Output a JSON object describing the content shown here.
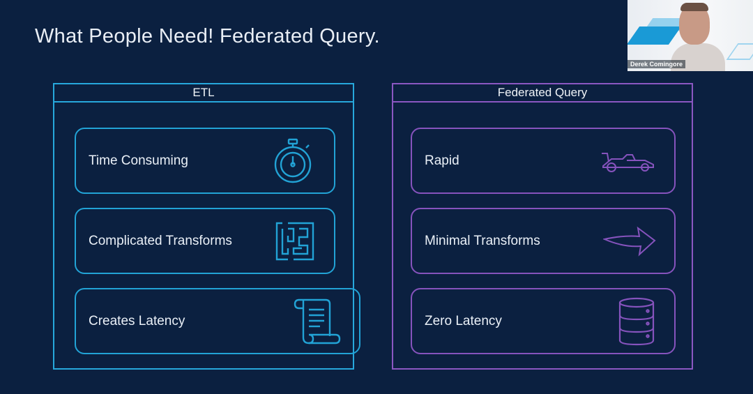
{
  "slide": {
    "title": "What People Need! Federated Query."
  },
  "etl": {
    "header": "ETL",
    "items": [
      {
        "label": "Time Consuming",
        "icon": "stopwatch-icon"
      },
      {
        "label": "Complicated Transforms",
        "icon": "maze-icon"
      },
      {
        "label": "Creates Latency",
        "icon": "scroll-icon"
      }
    ]
  },
  "federated": {
    "header": "Federated Query",
    "items": [
      {
        "label": "Rapid",
        "icon": "race-car-icon"
      },
      {
        "label": "Minimal Transforms",
        "icon": "arrow-right-icon"
      },
      {
        "label": "Zero Latency",
        "icon": "database-icon"
      }
    ]
  },
  "webcam": {
    "speaker_name": "Derek Comingore"
  },
  "colors": {
    "background": "#0b2040",
    "etl_accent": "#27a8dc",
    "federated_accent": "#8b57c2"
  }
}
